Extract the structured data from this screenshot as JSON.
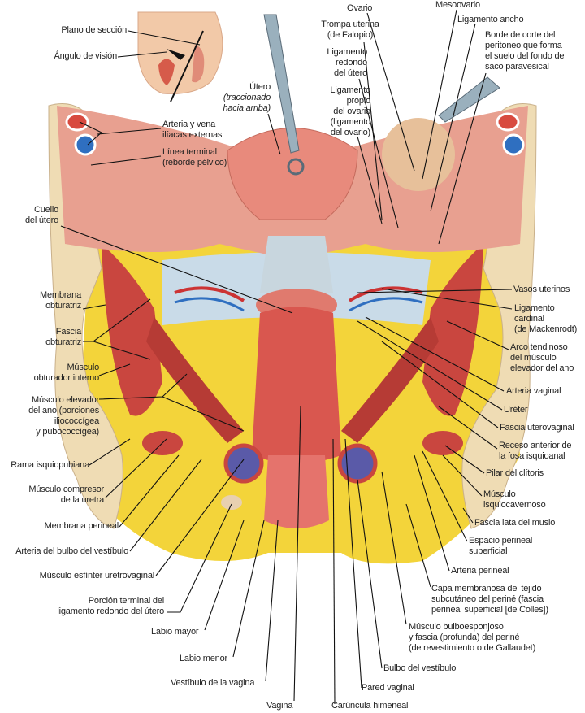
{
  "labels": {
    "plano": "Plano de sección",
    "angulo": "Ángulo de visión",
    "utero_title": "Útero",
    "utero_sub": "(traccionado\nhacia arriba)",
    "arteria_iliaca": "Arteria y vena\nilíacas externas",
    "linea_terminal": "Línea terminal\n(reborde pélvico)",
    "ovario": "Ovario",
    "mesoovario": "Mesoovario",
    "lig_ancho": "Ligamento ancho",
    "borde_corte": "Borde de corte del\nperitoneo que forma\nel suelo del fondo de\nsaco paravesical",
    "trompa": "Trompa uterina\n(de Falopio)",
    "lig_redondo": "Ligamento\nredondo\ndel útero",
    "lig_propio": "Ligamento\npropio\ndel ovario\n(ligamento\ndel ovario)",
    "cuello": "Cuello\ndel útero",
    "membrana_obt": "Membrana\nobturatriz",
    "fascia_obt": "Fascia\nobturatriz",
    "musc_obt": "Músculo\nobturador interno",
    "musc_elev": "Músculo elevador\ndel ano (porciones\niliococcígea\ny pubococcígea)",
    "rama": "Rama isquiopubiana",
    "compresor": "Músculo compresor\nde la uretra",
    "memb_perineal": "Membrana perineal",
    "art_bulbo": "Arteria del bulbo del vestíbulo",
    "esfinter": "Músculo esfínter uretrovaginal",
    "porcion": "Porción terminal del\nligamento redondo del útero",
    "labio_mayor": "Labio mayor",
    "labio_menor": "Labio menor",
    "vestibulo": "Vestíbulo de la vagina",
    "vagina": "Vagina",
    "vasos": "Vasos uterinos",
    "lig_cardinal": "Ligamento\ncardinal\n(de Mackenrodt)",
    "arco": "Arco tendinoso\ndel músculo\nelevador del ano",
    "art_vaginal": "Arteria vaginal",
    "ureter": "Uréter",
    "fascia_utero": "Fascia uterovaginal",
    "receso": "Receso anterior de\nla fosa isquioanal",
    "pilar": "Pilar del clítoris",
    "isquiocav": "Músculo\nisquiocavernoso",
    "fascia_lata": "Fascia lata del muslo",
    "espacio": "Espacio perineal\nsuperficial",
    "art_perineal": "Arteria perineal",
    "capa": "Capa membranosa del tejido\nsubcutáneo del periné (fascia\nperineal superficial [de Colles])",
    "bulboesp": "Músculo bulboesponjoso\ny fascia (profunda) del periné\n(de revestimiento o de Gallaudet)",
    "bulbo": "Bulbo del vestíbulo",
    "pared": "Pared vaginal",
    "caruncula": "Carúncula himeneal"
  },
  "colors": {
    "muscle": "#c9463f",
    "fat": "#f3d43a",
    "bone": "#efdcb4",
    "uterus": "#e88a7c",
    "vein": "#2f6fc0"
  }
}
